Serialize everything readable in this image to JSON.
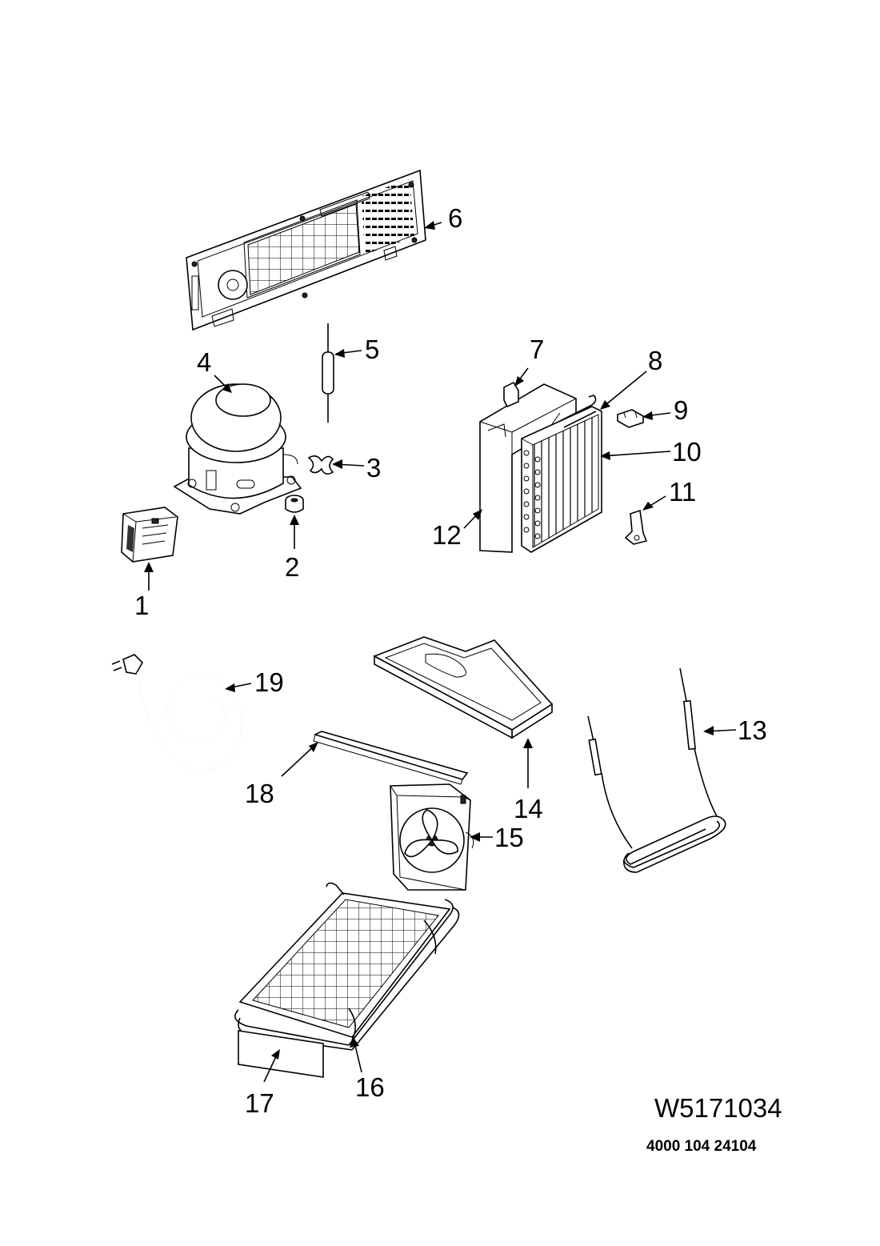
{
  "callouts": [
    {
      "id": "1",
      "label": "1"
    },
    {
      "id": "2",
      "label": "2"
    },
    {
      "id": "3",
      "label": "3"
    },
    {
      "id": "4",
      "label": "4"
    },
    {
      "id": "5",
      "label": "5"
    },
    {
      "id": "6",
      "label": "6"
    },
    {
      "id": "7",
      "label": "7"
    },
    {
      "id": "8",
      "label": "8"
    },
    {
      "id": "9",
      "label": "9"
    },
    {
      "id": "10",
      "label": "10"
    },
    {
      "id": "11",
      "label": "11"
    },
    {
      "id": "12",
      "label": "12"
    },
    {
      "id": "13",
      "label": "13"
    },
    {
      "id": "14",
      "label": "14"
    },
    {
      "id": "15",
      "label": "15"
    },
    {
      "id": "16",
      "label": "16"
    },
    {
      "id": "17",
      "label": "17"
    },
    {
      "id": "18",
      "label": "18"
    },
    {
      "id": "19",
      "label": "19"
    }
  ],
  "diagram_code": "W5171034",
  "part_number": "4000 104 24104"
}
